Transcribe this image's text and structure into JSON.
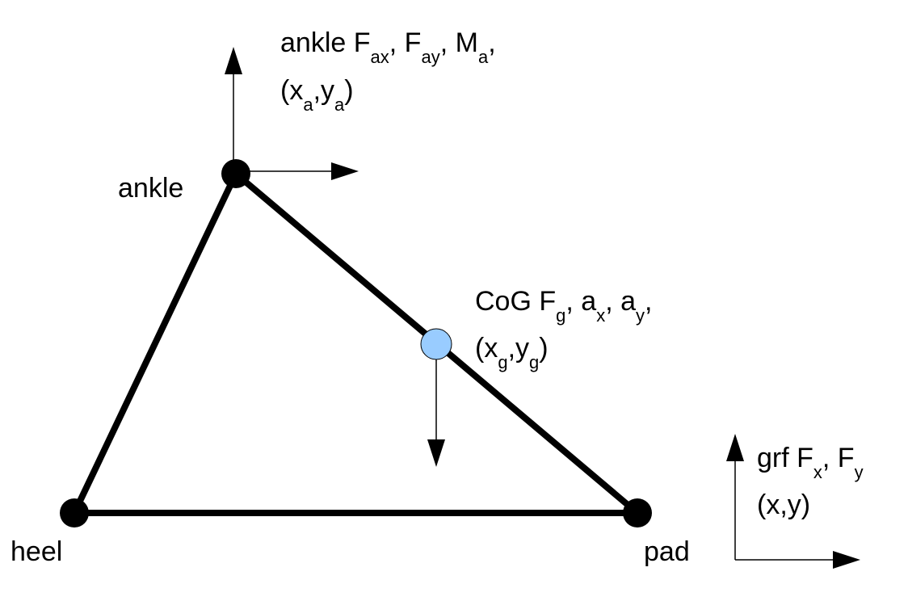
{
  "colors": {
    "stroke": "#000000",
    "joint_fill": "#000000",
    "cog_fill": "#99ccff",
    "background": "#ffffff"
  },
  "nodes": {
    "ankle": {
      "label": "ankle"
    },
    "heel": {
      "label": "heel"
    },
    "pad": {
      "label": "pad"
    },
    "cog": {
      "label": "CoG"
    }
  },
  "annotations": {
    "ankle": {
      "prefix": "ankle ",
      "F": "F",
      "sub_ax": "ax",
      "sep1": ", ",
      "sub_ay": "ay",
      "sep2": ", ",
      "M": "M",
      "sub_a": "a",
      "tail": ",",
      "paren_open": "(x",
      "sub_xa": "a",
      "comma": ",y",
      "sub_ya": "a",
      "paren_close": ")"
    },
    "cog": {
      "prefix": "CoG F",
      "sub_g": "g",
      "sep1": ", a",
      "sub_x": "x",
      "sep2": ", a",
      "sub_y": "y",
      "tail": ",",
      "paren_open": "(x",
      "sub_xg": "g",
      "comma": ",y",
      "sub_yg": "g",
      "paren_close": ")"
    },
    "grf": {
      "prefix": "grf F",
      "sub_x": "x",
      "sep1": ", F",
      "sub_y": "y",
      "coords": "(x,y)"
    }
  }
}
